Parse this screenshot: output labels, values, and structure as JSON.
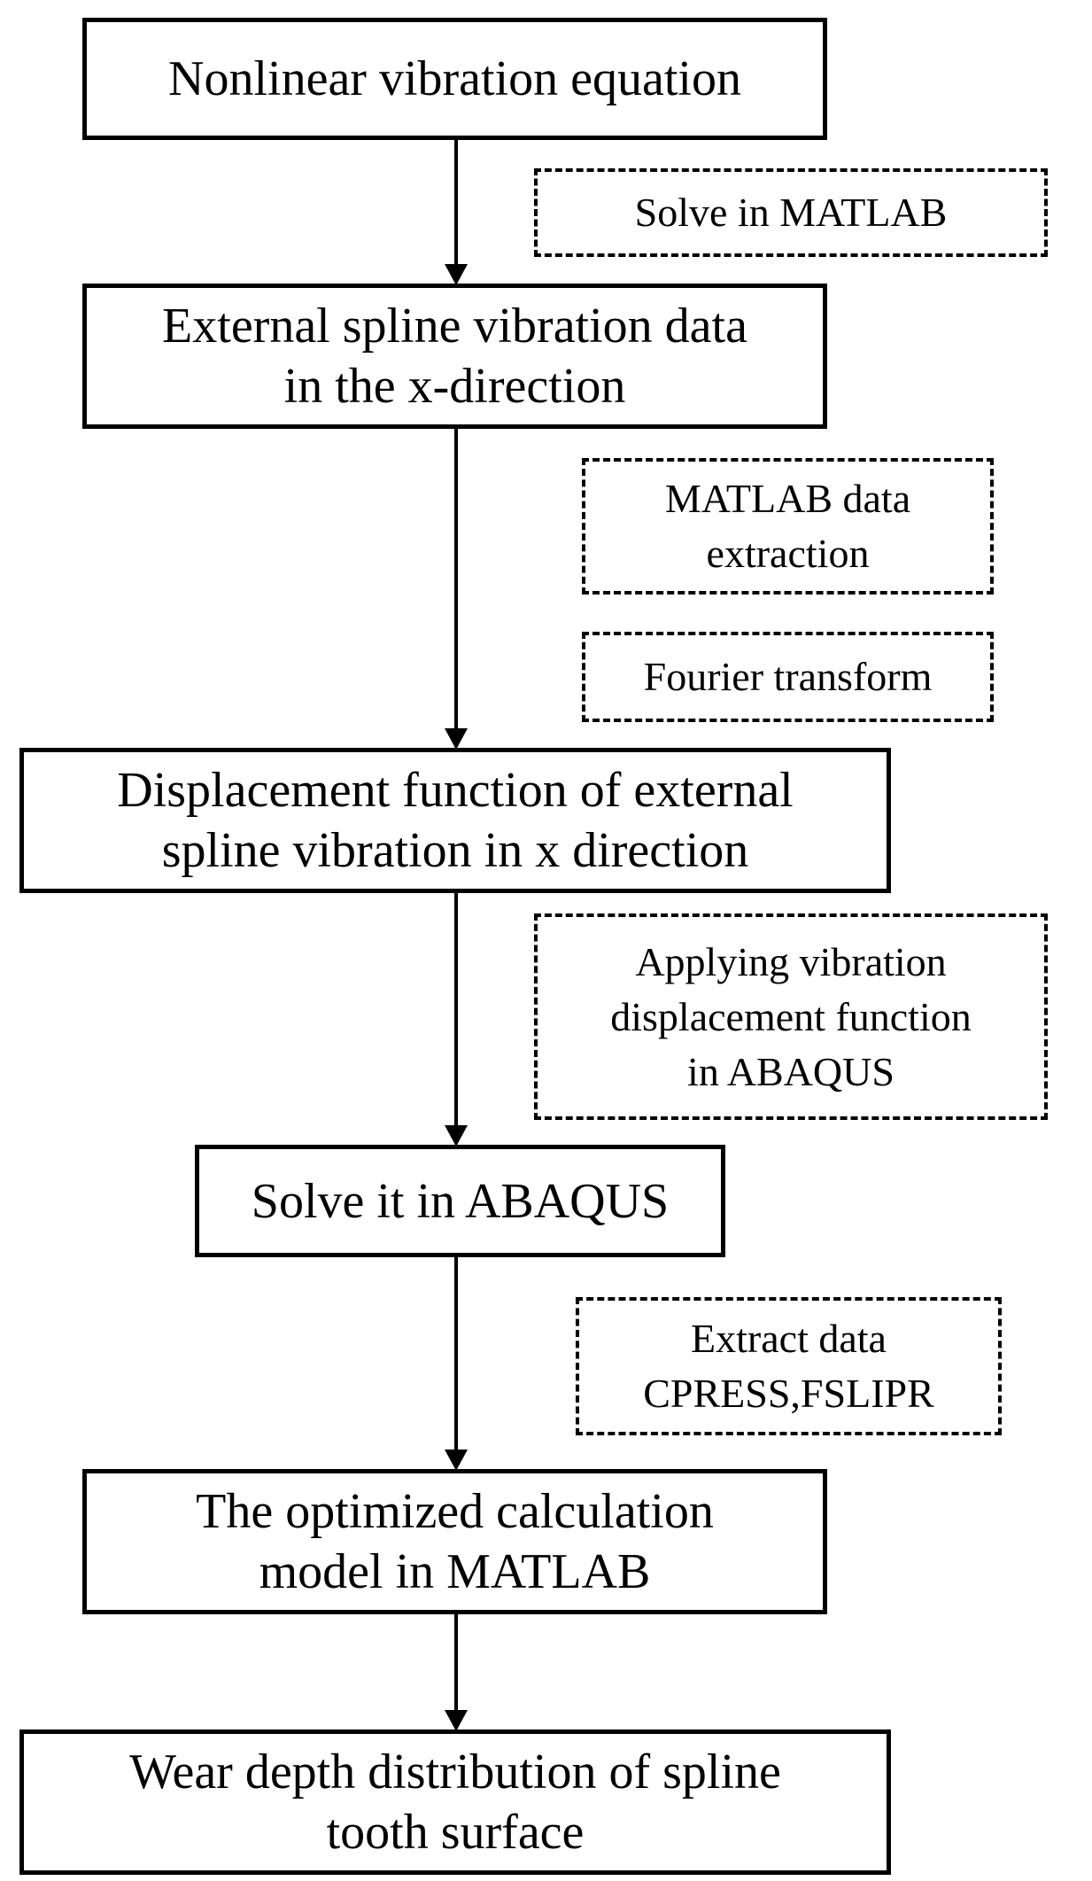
{
  "steps": [
    {
      "lines": [
        "Nonlinear vibration equation"
      ]
    },
    {
      "lines": [
        "External spline vibration data",
        "in the x-direction"
      ]
    },
    {
      "lines": [
        "Displacement function of external",
        "spline vibration in x direction"
      ]
    },
    {
      "lines": [
        "Solve it in ABAQUS"
      ]
    },
    {
      "lines": [
        "The optimized calculation",
        "model in MATLAB"
      ]
    },
    {
      "lines": [
        "Wear depth distribution of spline",
        "tooth surface"
      ]
    }
  ],
  "annotations": [
    {
      "lines": [
        "Solve in MATLAB"
      ]
    },
    {
      "lines": [
        "MATLAB data",
        "extraction"
      ]
    },
    {
      "lines": [
        "Fourier transform"
      ]
    },
    {
      "lines": [
        "Applying vibration",
        "displacement function",
        "in ABAQUS"
      ]
    },
    {
      "lines": [
        "Extract data",
        "CPRESS,FSLIPR"
      ]
    }
  ]
}
